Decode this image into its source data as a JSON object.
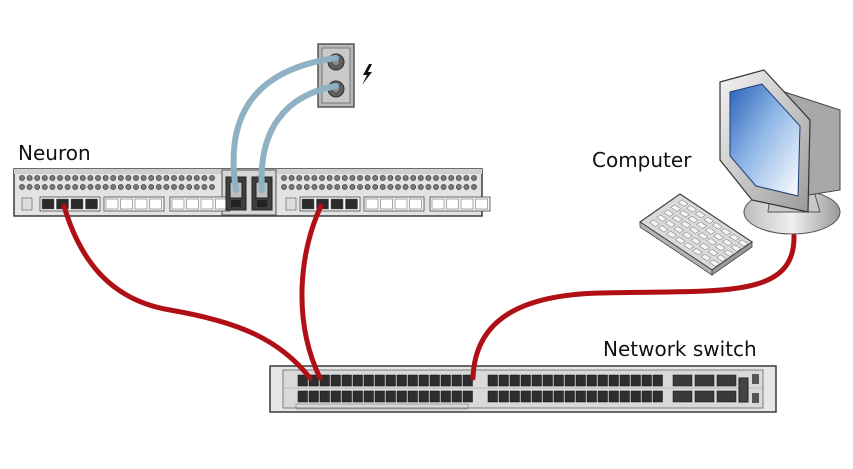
{
  "labels": {
    "neuron": "Neuron",
    "computer": "Computer",
    "network_switch": "Network switch"
  },
  "icons": {
    "power": "lightning-bolt-icon"
  },
  "colors": {
    "network_cable": "#b01015",
    "power_cable": "#8fb1c3",
    "chassis_fill": "#e6e6e6",
    "chassis_stroke": "#3a3a3a"
  }
}
